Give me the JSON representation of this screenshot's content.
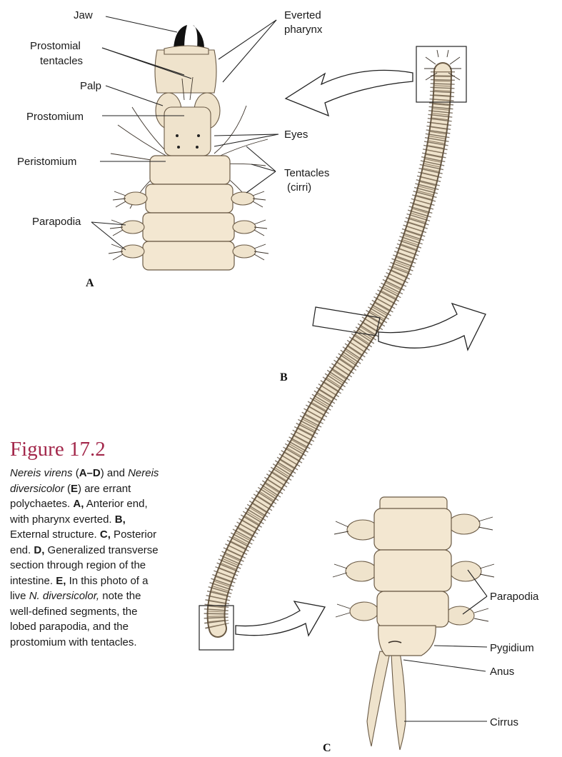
{
  "figure": {
    "title": "Figure 17.2",
    "caption": {
      "s1": "Nereis virens",
      "s2": " (",
      "s3": "A–D",
      "s4": ") and ",
      "s5": "Nereis diversicolor",
      "s6": " (",
      "s7": "E",
      "s8": ") are errant polychaetes. ",
      "s9": "A,",
      "s10": " Anterior end, with pharynx everted. ",
      "s11": "B,",
      "s12": " External structure. ",
      "s13": "C,",
      "s14": " Posterior end. ",
      "s15": "D,",
      "s16": " Generalized transverse section through region of the intestine. ",
      "s17": "E,",
      "s18": " In this photo of a live ",
      "s19": "N. diversicolor,",
      "s20": " note the well-defined segments, the lobed parapodia, and the prostomium with tentacles."
    }
  },
  "panels": {
    "a": "A",
    "b": "B",
    "c": "C"
  },
  "labels": {
    "jaw": "Jaw",
    "everted_1": "Everted",
    "everted_2": "pharynx",
    "prostomial_1": "Prostomial",
    "prostomial_2": "tentacles",
    "palp": "Palp",
    "prostomium": "Prostomium",
    "eyes": "Eyes",
    "peristomium": "Peristomium",
    "tentacles_1": "Tentacles",
    "tentacles_2": "(cirri)",
    "parapodia_a": "Parapodia",
    "parapodia_c": "Parapodia",
    "pygidium": "Pygidium",
    "anus": "Anus",
    "cirrus": "Cirrus"
  },
  "colors": {
    "body": "#efe3cc",
    "outline": "#6a5a45",
    "title": "#a3284b",
    "jaw": "#111111"
  }
}
